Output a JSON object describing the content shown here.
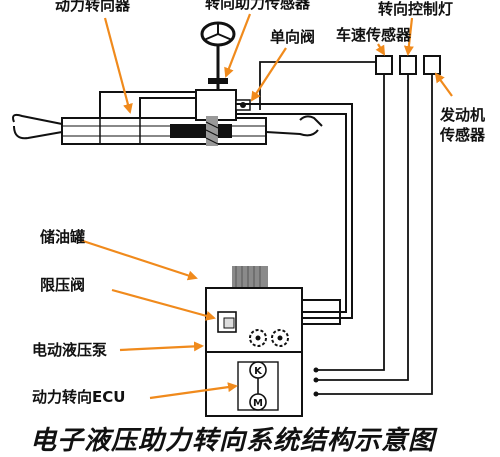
{
  "labels": {
    "power_steering_gear": "动力转向器",
    "torque_sensor": "转向助力传感器",
    "check_valve": "单向阀",
    "speed_sensor": "车速传感器",
    "steering_lamp": "转向控制灯",
    "engine_sensor_line1": "发动机",
    "engine_sensor_line2": "传感器",
    "reservoir": "储油罐",
    "relief_valve": "限压阀",
    "electric_pump": "电动液压泵",
    "ecu": "动力转向ECU"
  },
  "motor_marks": {
    "top": "K",
    "bottom": "M"
  },
  "title": "电子液压助力转向系统结构示意图",
  "colors": {
    "arrow": "#f08a1c",
    "line": "#111111",
    "gray": "#8a8a8a"
  }
}
